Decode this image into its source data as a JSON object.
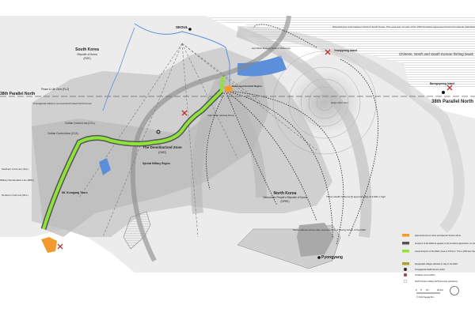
{
  "colors": {
    "sez": "#f39a2e",
    "dmz_footprint": "#555555",
    "dmz_actual": "#8ee33a",
    "villages": "#a8a23a",
    "river": "#5b8fd9",
    "terrain": "#c9c9c9"
  },
  "labels": {
    "south_korea": "South Korea",
    "south_korea_sub": "Republic of Korea",
    "south_korea_abbr": "(ROK)",
    "north_korea": "North Korea",
    "north_korea_sub": "Democratic People's Republic of Korea",
    "north_korea_abbr": "(DPRK)",
    "seoul": "SEOUL",
    "pyongyang": "Pyongyang",
    "parallel_left": "38th Parallel North",
    "parallel_right": "38th Parallel North",
    "dmz": "The Demilitarized Zone",
    "dmz_abbr": "(DMZ)",
    "peace_life_zone": "Peace & Life Zone (PLZ)",
    "civilian_control_line": "Civilian Control Line (CCL)",
    "civilian_control_area": "Civilian Control Area (CCA)",
    "special_military_region": "Special Military Region",
    "southern_limit_line": "Southern Limit Line (SLL)",
    "military_demarcation_line": "Military Demarcation Line (MDL)",
    "northern_limit_line": "Northern Limit Line (NLL)",
    "mt_kumgang": "Mt. Kumgang Tours",
    "kaesong": "Kaesong Industrial Region",
    "haeju": "Haeju (Port city)",
    "yeonpyeong": "Yeonpyeong Island",
    "baengnyeong": "Baengnyeong Island",
    "imjin": "Imjin River (Hwang River)",
    "han_river": "Han River Estuary Shared Waterway",
    "disputed_note": "Disputed grey area between North & South Korea. This area was not part of the 1953 Armistice Agreement hence the dispute (hatched)",
    "fishing_note": "Chinese, North and South Korean fishing boats",
    "leaflet_note": "Propaganda balloons are launched toward North Korea",
    "pyongyang_note": "Some balloons arrive after several hours of flowing South of the DMZ",
    "balloon_note": "These stealth balloons fly approximately at 3,000 m high",
    "copyright": "© 2014 Seogal Kim"
  },
  "legend": [
    {
      "color": "#f39a2e",
      "text": "Special Economic Zone and Special Tourism Zone"
    },
    {
      "color": "#555555",
      "text": "Footprint of the DMZ as agreed in the Armistice Agreement, on July 27, 1953 at 992 km²"
    },
    {
      "color": "#8ee33a",
      "text": "Actual footprint of the DMZ, close to 570 km². This is 43% less than the original footprint according to Green Korea report in 2013"
    },
    {
      "color": "#a8a23a",
      "text": "Designated villages allowed to stay in the DMZ"
    },
    {
      "icon": "leaflet-launch-icon",
      "text": "Propaganda leaflet launch points"
    },
    {
      "icon": "incident-icon",
      "text": "Incidents and conflicts"
    },
    {
      "icon": "gps-jamming-icon",
      "text": "North Korean military GPS jamming operations"
    }
  ],
  "scale": {
    "ticks": [
      "0",
      "5",
      "10",
      "20 km"
    ]
  }
}
